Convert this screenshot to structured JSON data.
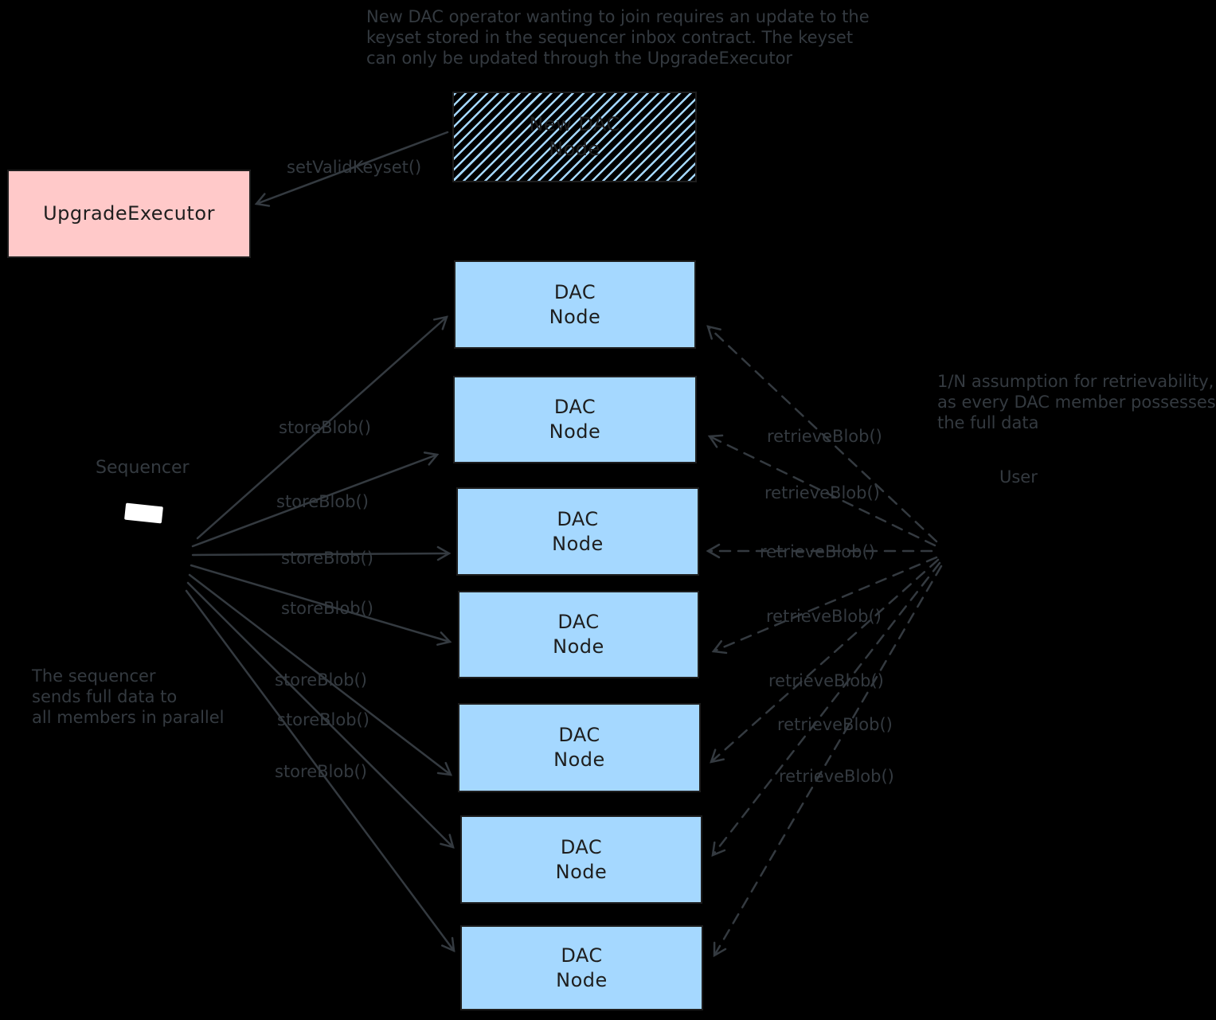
{
  "diagram": {
    "background": "#000000",
    "text_color": "#343a40",
    "box_text_color": "#1e1e1e",
    "top_note": {
      "lines": [
        "New DAC operator wanting to join requires an update to the",
        "keyset stored in the sequencer inbox contract. The keyset",
        "can only be updated through the UpgradeExecutor"
      ]
    },
    "right_note": {
      "lines": [
        "1/N assumption for retrievability,",
        "as every DAC member possesses",
        "the full data"
      ]
    },
    "bottom_left_note": {
      "lines": [
        "The sequencer",
        "sends full data to",
        "all members in parallel"
      ]
    },
    "nodes": {
      "upgrade_executor": {
        "label": "UpgradeExecutor",
        "fill": "#ffc9c9"
      },
      "new_dac_node": {
        "line1": "New DAC",
        "line2": "Node",
        "fill": "#a5d8ff",
        "fill_style": "hachure"
      },
      "dac_node": {
        "line1": "DAC",
        "line2": "Node",
        "fill": "#a5d8ff",
        "count": 7
      },
      "sequencer": {
        "label": "Sequencer",
        "screen_color": "#ffffff"
      },
      "user": {
        "label": "User"
      }
    },
    "edges": {
      "stroke": "#343a40",
      "set_valid_keyset_label": "setValidKeyset()",
      "store_blob_label": "storeBlob()",
      "retrieve_blob_label": "retrieveBlob()",
      "store_blob_count": 7,
      "retrieve_blob_count": 7
    }
  }
}
